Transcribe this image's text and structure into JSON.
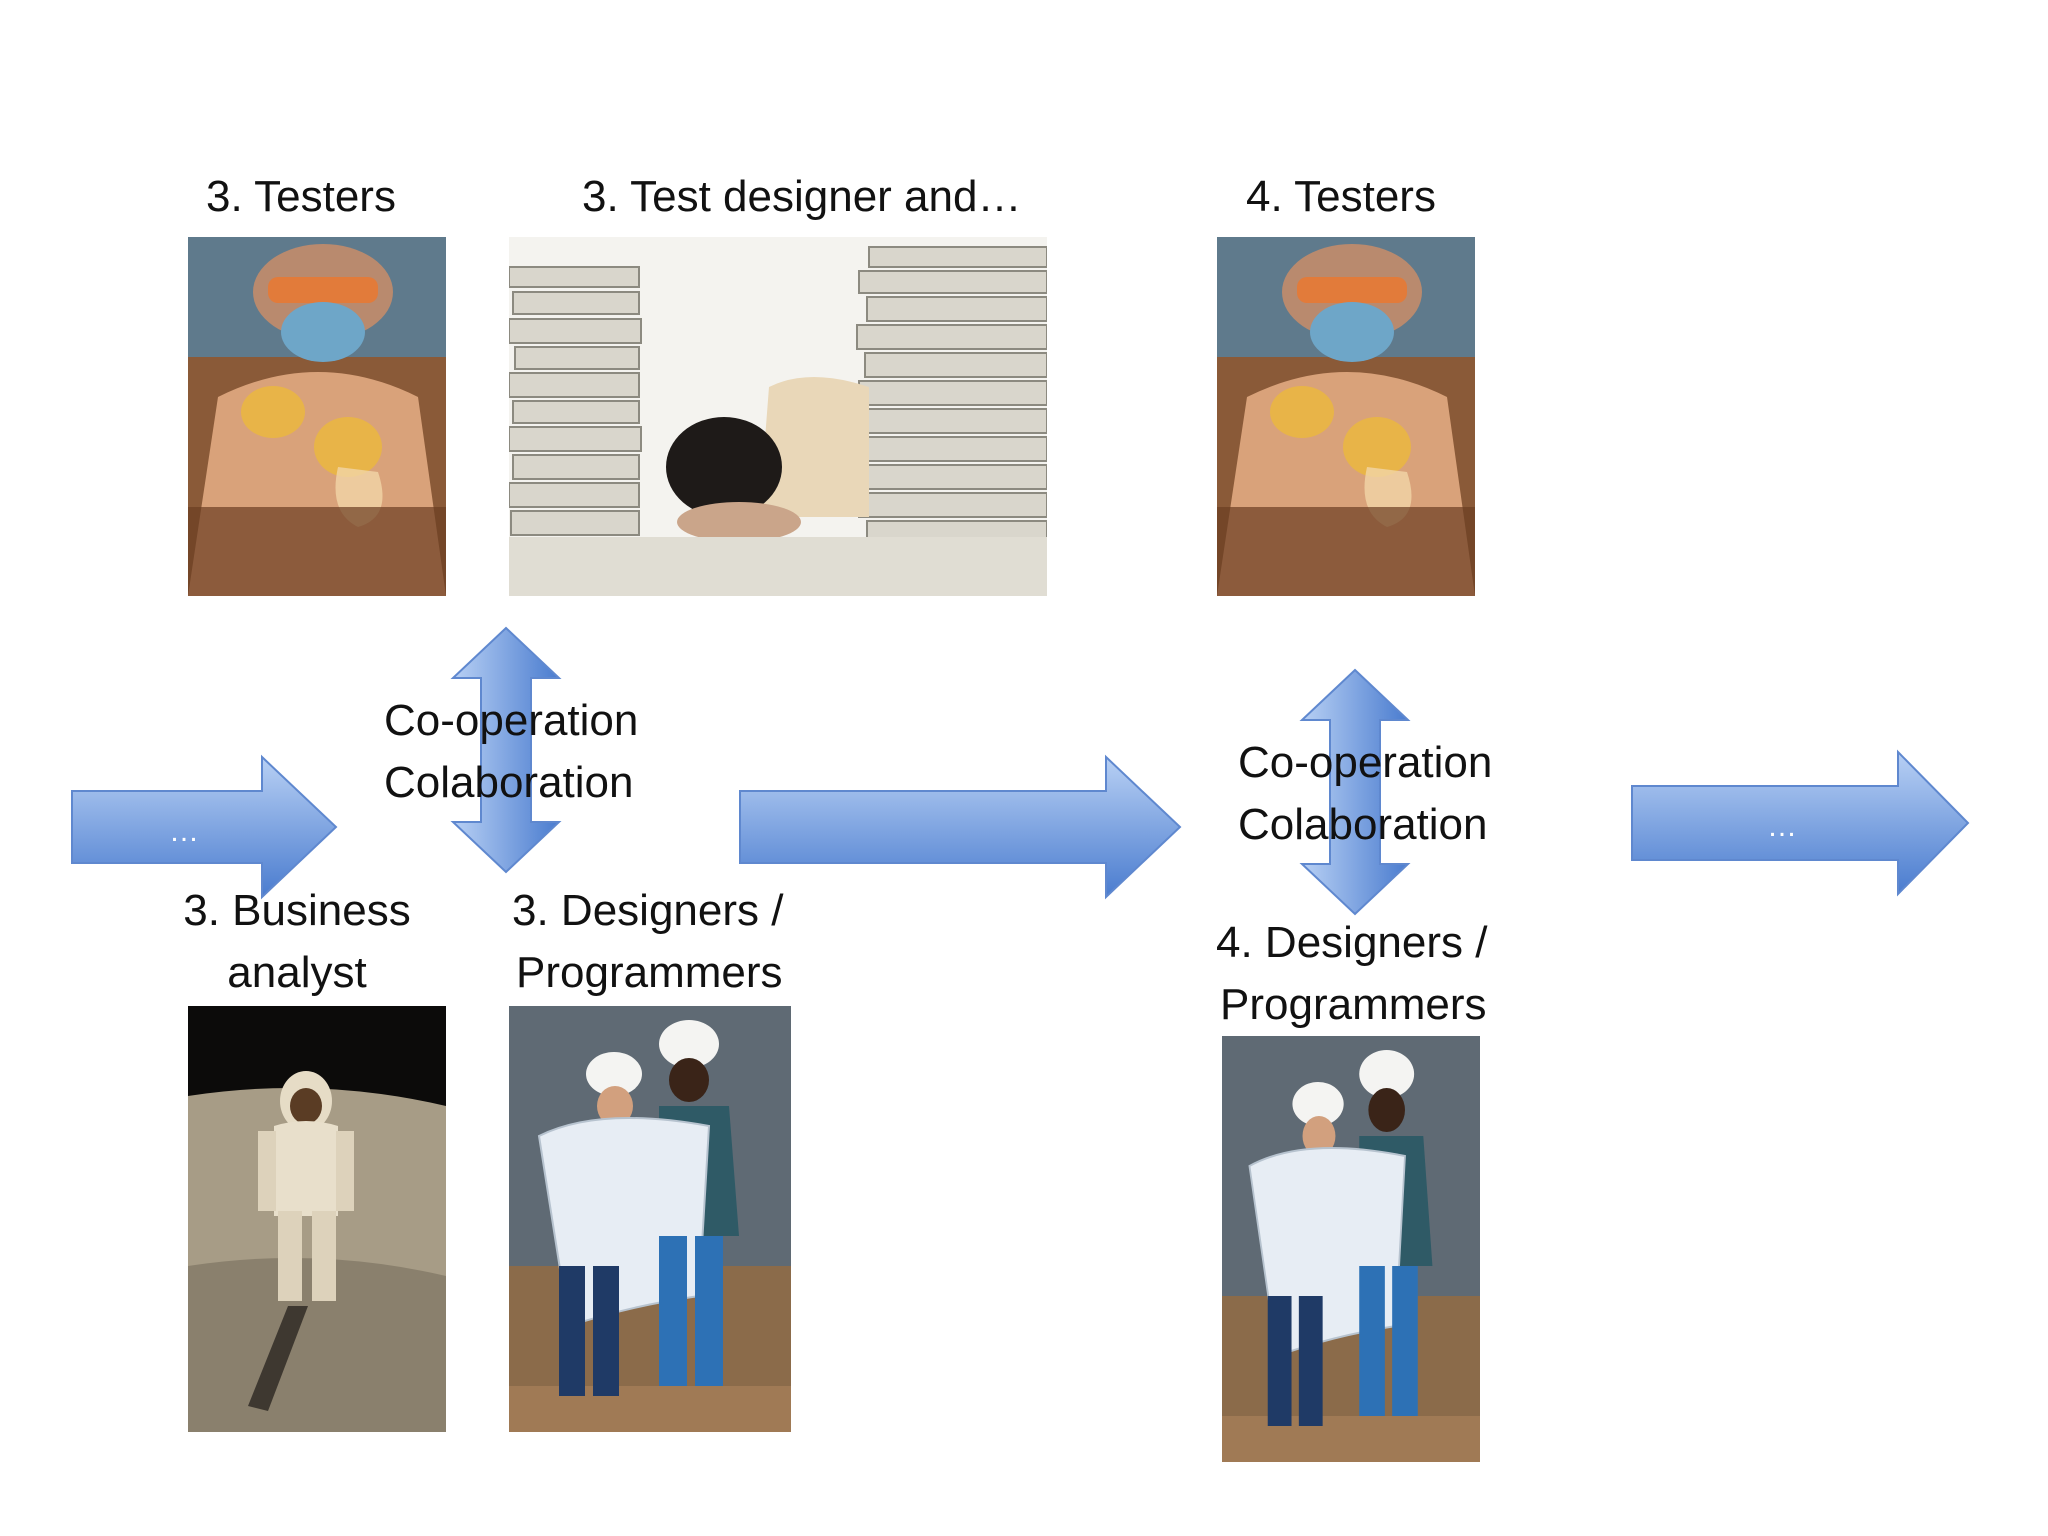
{
  "labels": {
    "testers_3": "3. Testers",
    "test_designer_3": "3. Test designer and…",
    "testers_4": "4. Testers",
    "cooperation_3_line1": "Co-operation",
    "cooperation_3_line2": "Colaboration",
    "cooperation_4_line1": "Co-operation",
    "cooperation_4_line2": "Colaboration",
    "business_analyst_3_line1": "3. Business",
    "business_analyst_3_line2": "analyst",
    "designers_3_line1": "3. Designers /",
    "designers_3_line2": "Programmers",
    "designers_4_line1": "4. Designers /",
    "designers_4_line2": "Programmers"
  },
  "arrows": {
    "left_ellipsis": "…",
    "right_ellipsis": "…"
  },
  "colors": {
    "arrow_top": "#a9c4ef",
    "arrow_bottom": "#4d7fd2",
    "arrow_edge": "#5f88cf"
  },
  "photos": {
    "testers": "lab-tester-photo",
    "test_designer": "paper-stacks-sleeping-person-photo",
    "business_analyst": "astronaut-on-moon-photo",
    "designers": "construction-workers-blueprint-photo"
  }
}
